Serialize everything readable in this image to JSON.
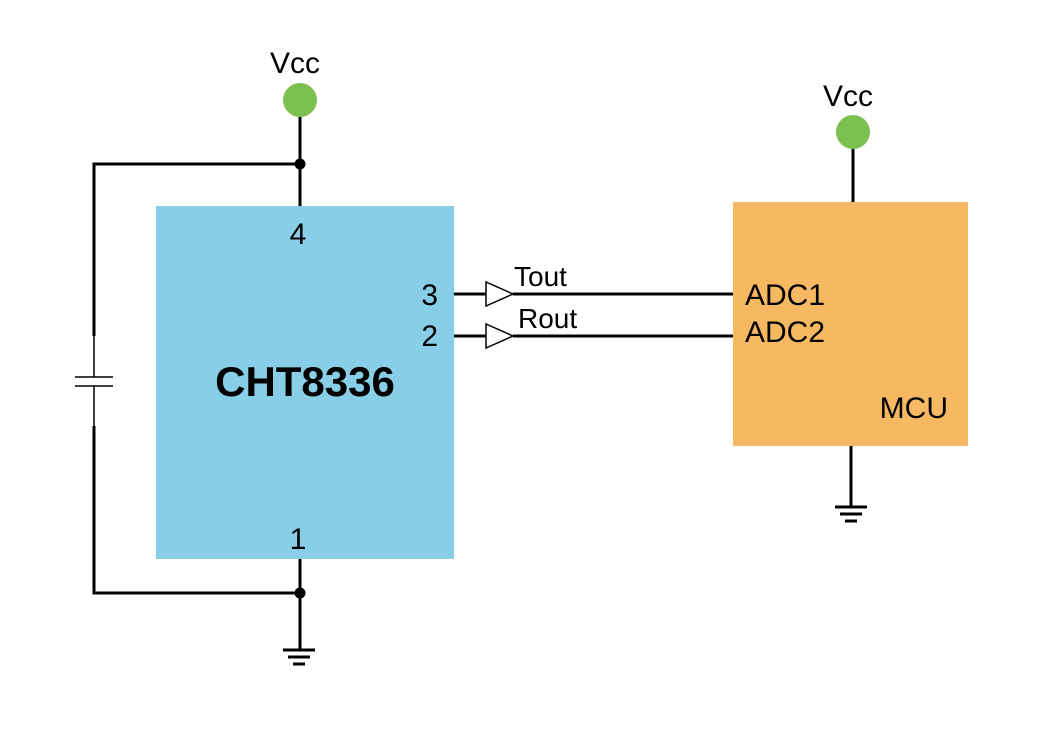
{
  "colors": {
    "sensor_fill": "#87CEE6",
    "mcu_fill": "#F6B961",
    "vcc_node": "#7CC150",
    "wire": "#000000"
  },
  "sensor": {
    "name": "CHT8336",
    "pin_vcc": "4",
    "pin_gnd": "1",
    "pin_tout": "3",
    "pin_rout": "2"
  },
  "signals": {
    "tout": "Tout",
    "rout": "Rout"
  },
  "mcu": {
    "name": "MCU",
    "adc1": "ADC1",
    "adc2": "ADC2"
  },
  "power": {
    "sensor_vcc": "Vcc",
    "mcu_vcc": "Vcc"
  },
  "icons": [
    "vcc-node-icon",
    "ground-icon",
    "buffer-icon",
    "capacitor-icon",
    "junction-dot-icon"
  ]
}
